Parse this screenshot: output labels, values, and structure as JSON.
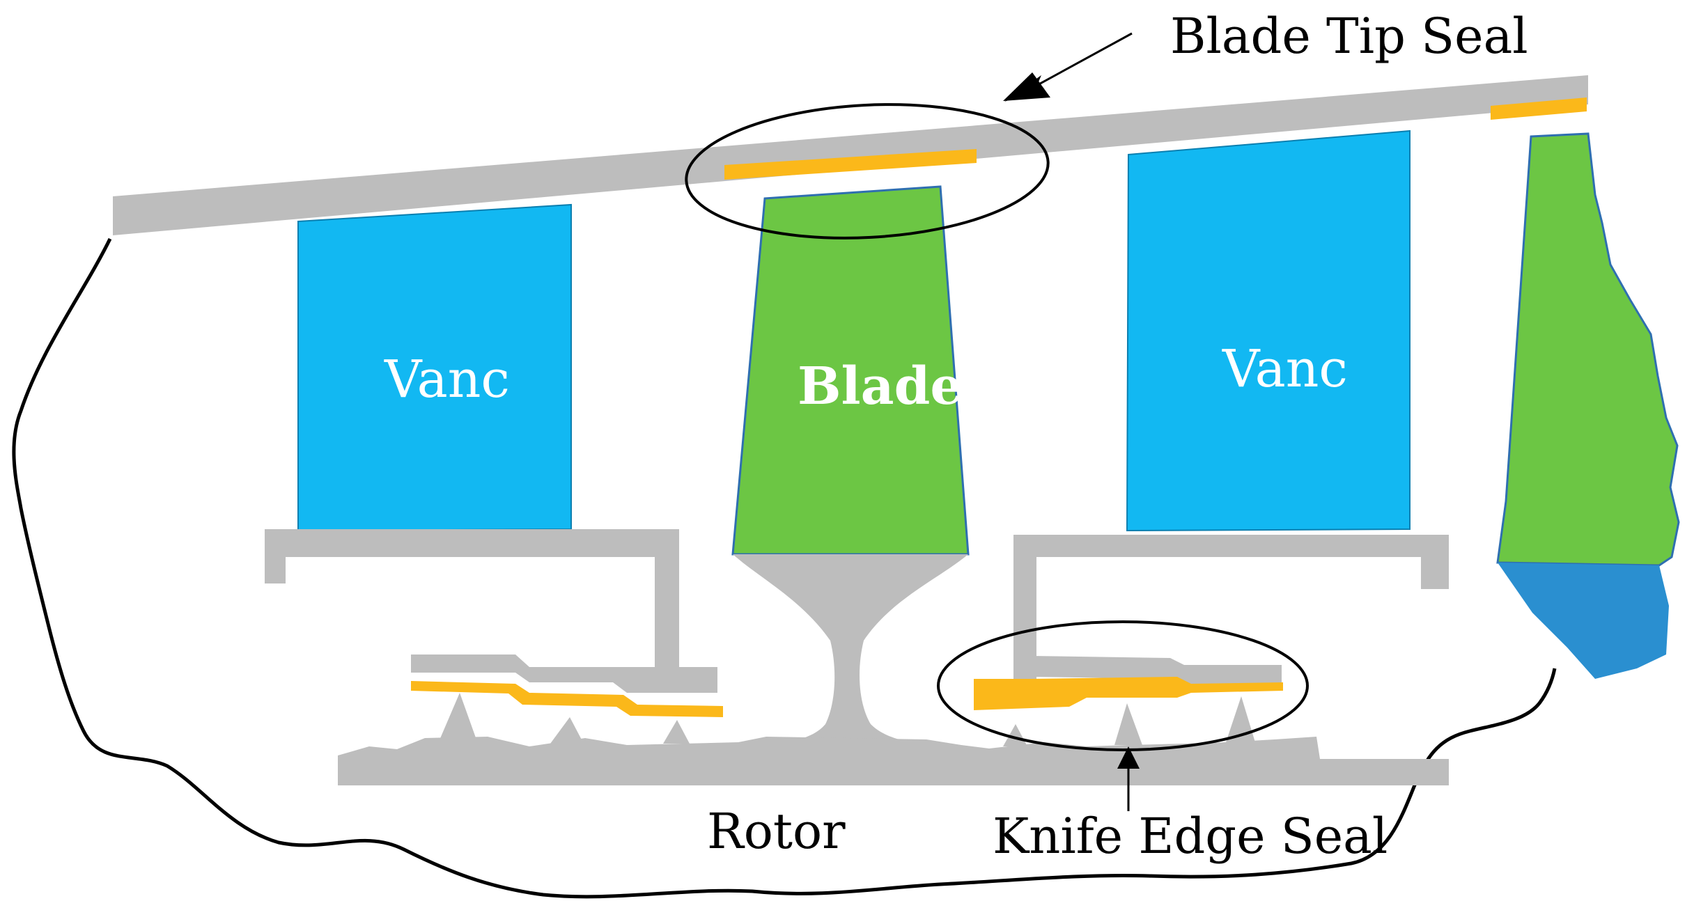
{
  "labels": {
    "blade_tip_seal": "Blade Tip Seal",
    "vane_left": "Vanc",
    "blade": "Blade",
    "vane_right": "Vanc",
    "rotor": "Rotor",
    "knife_edge_seal": "Knife Edge Seal"
  },
  "colors": {
    "vane": "#12b8f2",
    "blade": "#6cc644",
    "seal": "#fbb81a",
    "metal": "#bdbdbd",
    "outline": "#000000",
    "lower_blade": "#2a8fd0"
  }
}
